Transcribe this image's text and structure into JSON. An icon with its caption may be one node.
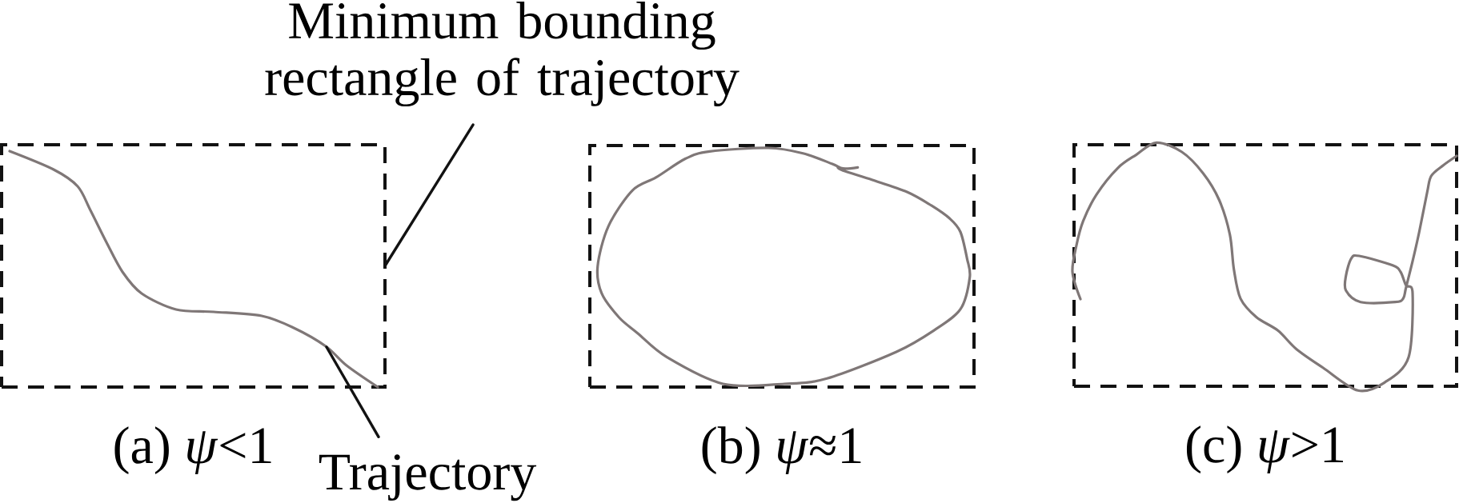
{
  "diagram": {
    "nodes": [
      {
        "text": [
          "Minimum bounding rectangle of trajectory"
        ]
      },
      {
        "text": [],
        "shape": "box",
        "beside": [
          "(a) *ψ*<1"
        ]
      },
      {
        "text": [],
        "shape": "curve",
        "in": 1
      },
      {
        "text": [],
        "shape": "box",
        "beside": [
          "(b) *ψ*≈1"
        ]
      },
      {
        "text": [],
        "shape": "curve",
        "in": 3
      },
      {
        "text": [],
        "shape": "box",
        "beside": [
          "(c) *ψ*>1"
        ]
      },
      {
        "text": [],
        "shape": "curve",
        "in": 5
      },
      {
        "text": [
          "Trajectory"
        ]
      }
    ],
    "edges": [
      {
        "from": 0,
        "to": 1,
        "arrow": "none"
      },
      {
        "from": 7,
        "to": 2,
        "arrow": "none"
      }
    ]
  }
}
